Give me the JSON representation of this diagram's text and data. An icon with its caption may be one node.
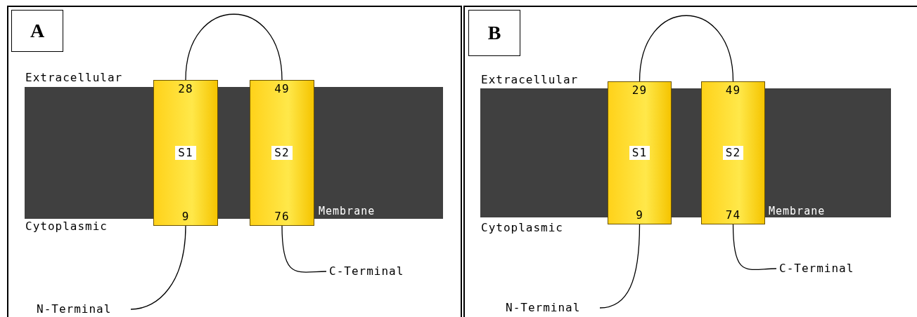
{
  "diagram": {
    "nodes": [
      {
        "text": [],
        "shape": "box"
      },
      {
        "text": [
          "A"
        ],
        "in": 0
      },
      {
        "text": [
          "Membrane"
        ],
        "in": 0
      },
      {
        "text": [
          "28",
          "S1",
          "9"
        ],
        "in": 0
      },
      {
        "text": [
          "49",
          "S2",
          "76"
        ],
        "in": 0
      },
      {
        "text": [
          "N-Terminal"
        ],
        "in": 0
      },
      {
        "text": [
          "C-Terminal"
        ],
        "in": 0
      },
      {
        "text": [],
        "shape": "box"
      },
      {
        "text": [
          "B"
        ],
        "in": 7
      },
      {
        "text": [
          "Membrane"
        ],
        "in": 7
      },
      {
        "text": [
          "29",
          "S1",
          "9"
        ],
        "in": 7
      },
      {
        "text": [
          "49",
          "S2",
          "74"
        ],
        "in": 7
      },
      {
        "text": [
          "N-Terminal"
        ],
        "in": 7
      },
      {
        "text": [
          "C-Terminal"
        ],
        "in": 7
      }
    ],
    "edges": [
      {
        "from": 3,
        "to": 4,
        "arrow": "none"
      },
      {
        "from": 5,
        "to": 3,
        "arrow": "none"
      },
      {
        "from": 4,
        "to": 6,
        "arrow": "none"
      },
      {
        "from": 10,
        "to": 11,
        "arrow": "none"
      },
      {
        "from": 12,
        "to": 10,
        "arrow": "none"
      },
      {
        "from": 11,
        "to": 13,
        "arrow": "none"
      }
    ],
    "labels": [
      "Extracellular",
      "Cytoplasmic",
      "Extracellular",
      "Cytoplasmic"
    ]
  }
}
